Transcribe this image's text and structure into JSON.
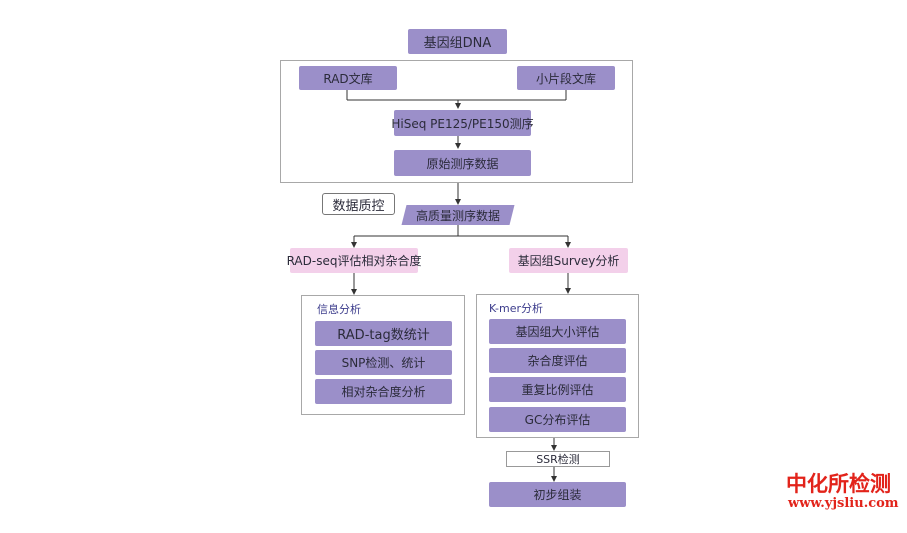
{
  "nodes": {
    "genome_dna": "基因组DNA",
    "rad_library": "RAD文库",
    "small_fragment_library": "小片段文库",
    "hiseq": "HiSeq PE125/PE150测序",
    "raw_data": "原始测序数据",
    "qc_label": "数据质控",
    "clean_data": "高质量测序数据",
    "rad_seq_eval": "RAD-seq评估相对杂合度",
    "survey": "基因组Survey分析",
    "info_analysis_title": "信息分析",
    "rad_tag_stats": "RAD-tag数统计",
    "snp": "SNP检测、统计",
    "relative_heterozygosity": "相对杂合度分析",
    "kmer_title": "K-mer分析",
    "genome_size": "基因组大小评估",
    "heterozygosity": "杂合度评估",
    "repeat_ratio": "重复比例评估",
    "gc": "GC分布评估",
    "ssr": "SSR检测",
    "assembly": "初步组装"
  },
  "watermark": {
    "name": "中化所检测",
    "url": "www.yjsliu.com"
  },
  "colors": {
    "node_purple": "#9b8fc9",
    "node_pink": "#f3d0ea",
    "watermark_red": "#e2231a"
  }
}
